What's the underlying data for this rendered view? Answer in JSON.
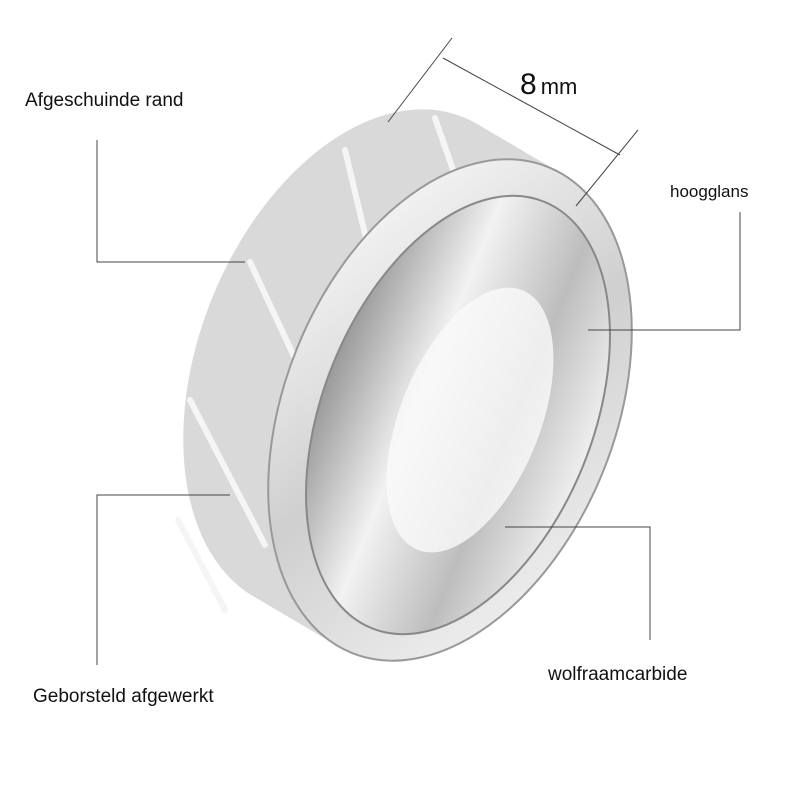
{
  "labels": {
    "beveled_edge": "Afgeschuinde rand",
    "high_gloss": "hoogglans",
    "material": "wolfraamcarbide",
    "brushed": "Geborsteld afgewerkt"
  },
  "dimension": {
    "value": "8",
    "unit": "mm"
  },
  "colors": {
    "band": "#d9d9d9",
    "rim": "#f4f4f4",
    "line": "#444444"
  }
}
